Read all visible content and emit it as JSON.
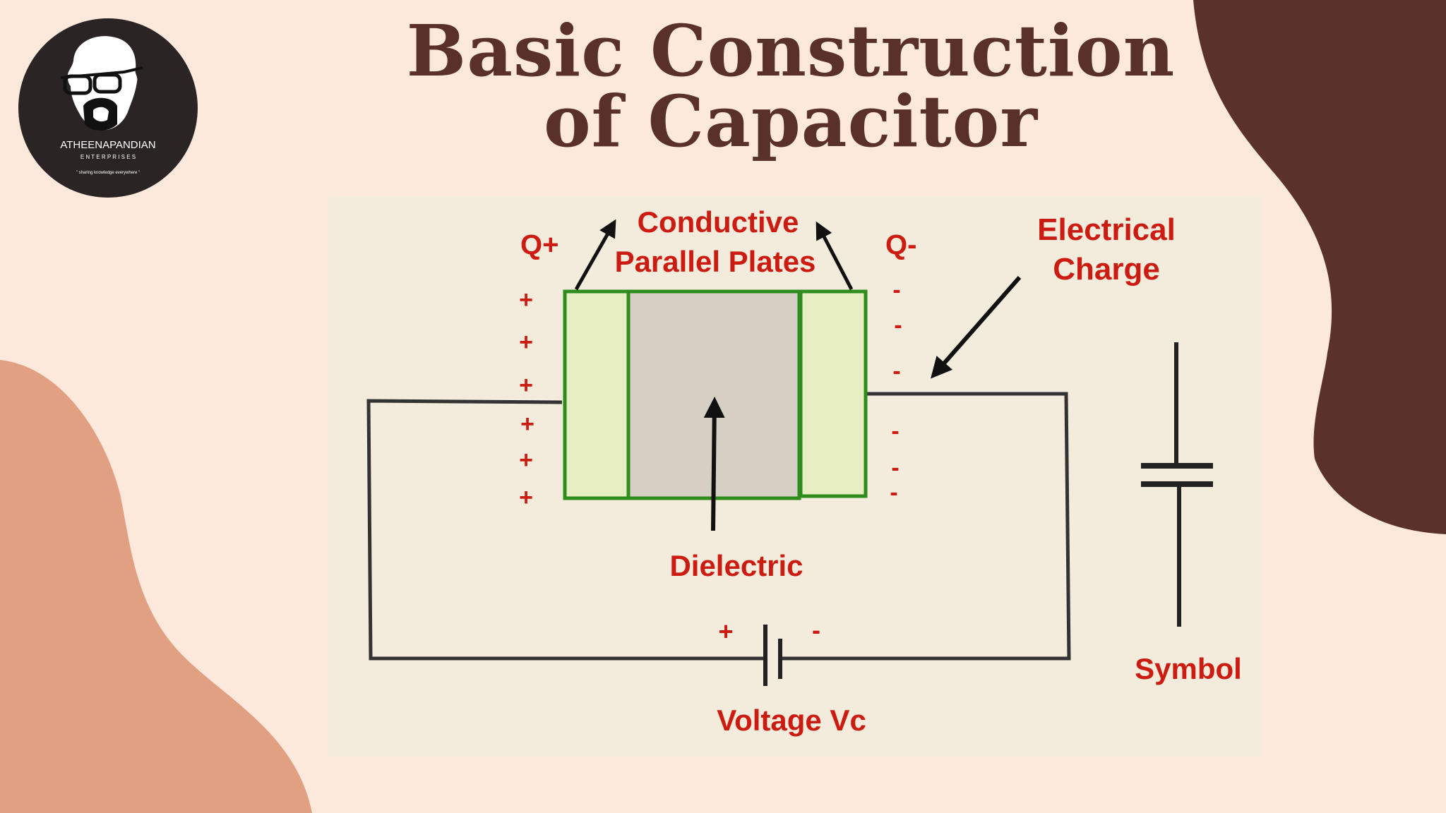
{
  "colors": {
    "background": "#fde8dc",
    "title": "#5a3128",
    "blob_dark": "#5a3229",
    "blob_light": "#e2a083",
    "diagram_bg": "#f3ebdc",
    "label_red": "#cc1c12",
    "plate_fill": "#e7efc2",
    "plate_border": "#2e8c1c",
    "dielectric_fill": "#d6cfc4",
    "wire": "#333333"
  },
  "logo": {
    "name": "ATHEENAPANDIAN",
    "sub": "E N T E R P R I S E S",
    "tagline": "\" sharing knowledge everywhere \"",
    "icon": "bald-bearded-man-with-glasses-icon"
  },
  "title": {
    "line1": "Basic Construction",
    "line2": "of Capacitor"
  },
  "diagram": {
    "q_plus": "Q+",
    "q_minus": "Q-",
    "plates_line1": "Conductive",
    "plates_line2": "Parallel Plates",
    "charge_line1": "Electrical",
    "charge_line2": "Charge",
    "dielectric": "Dielectric",
    "battery_plus": "+",
    "battery_minus": "-",
    "voltage": "Voltage Vc",
    "symbol": "Symbol",
    "plus_sign": "+",
    "minus_sign": "-"
  }
}
